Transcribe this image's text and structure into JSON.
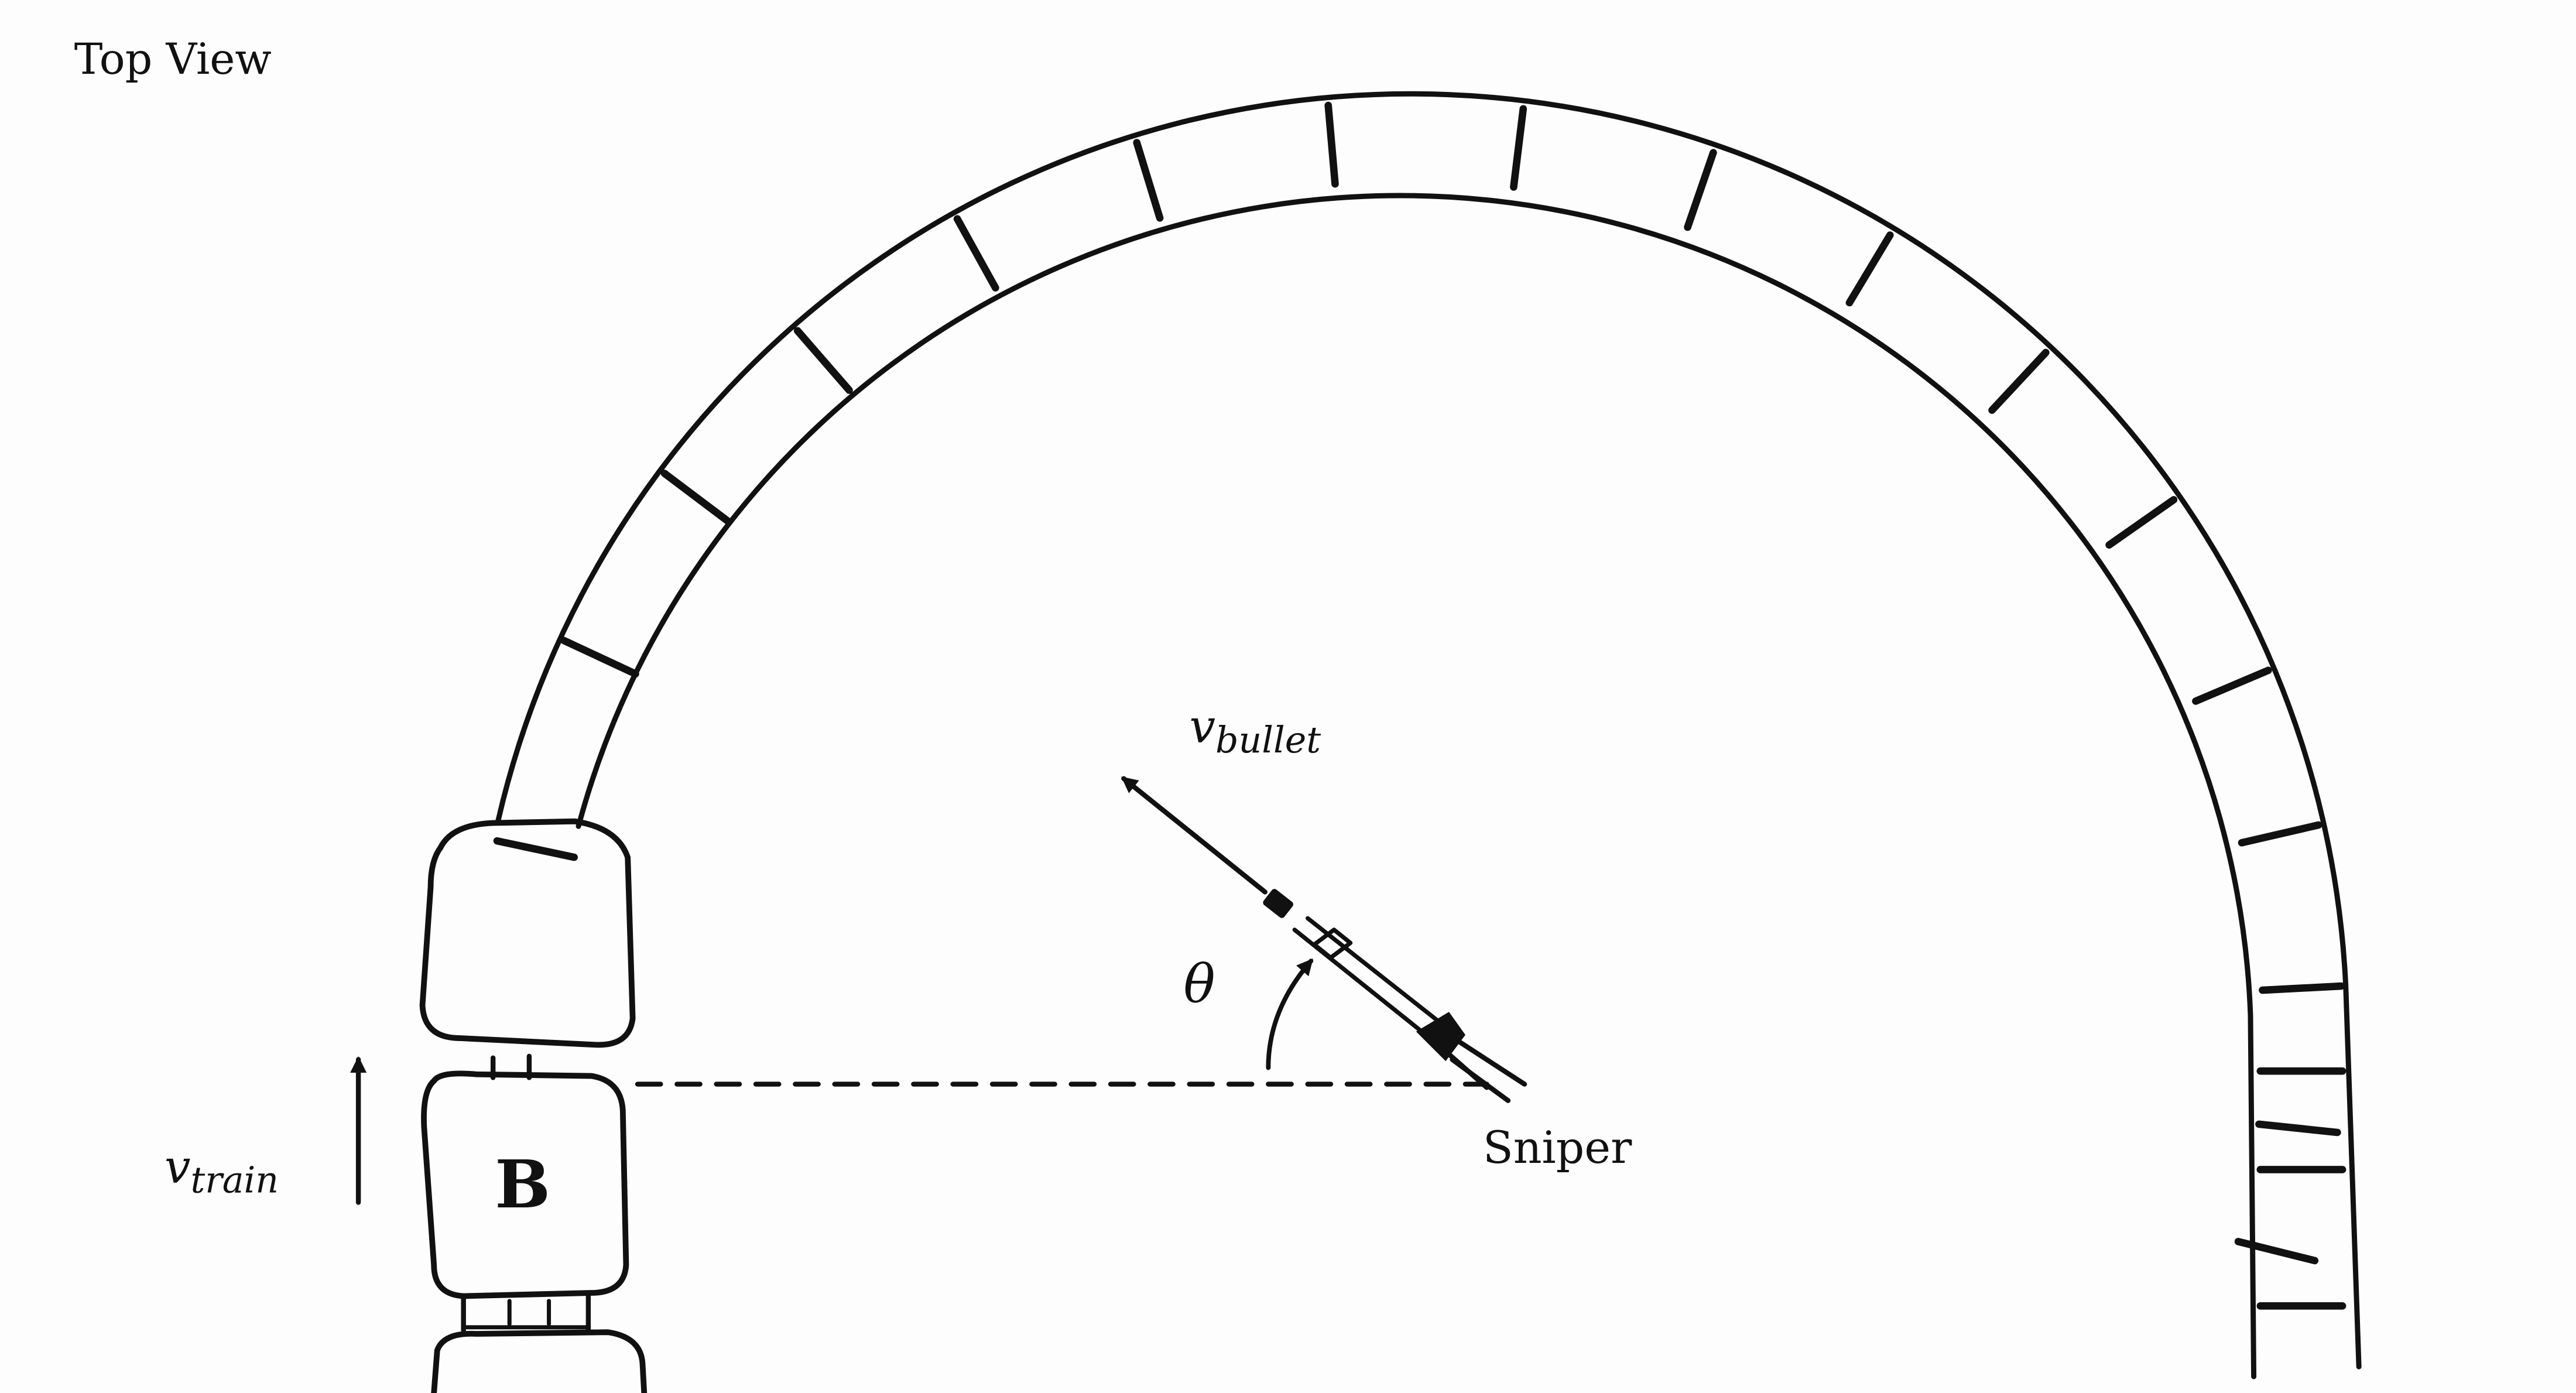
{
  "view_label": "Top View",
  "train_car_label": "B",
  "sniper_label": "Sniper",
  "angle_label": "θ",
  "bullet_velocity": {
    "symbol": "v",
    "subscript": "bullet"
  },
  "train_velocity": {
    "symbol": "v",
    "subscript": "train"
  }
}
